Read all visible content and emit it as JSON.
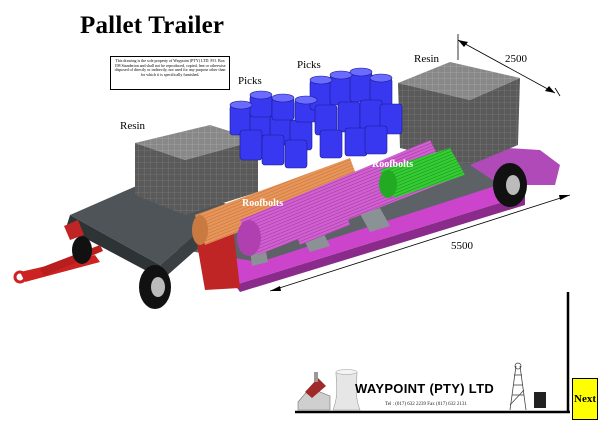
{
  "title": "Pallet Trailer",
  "notice": "This drawing is the sole property of Waypoint (PTY) LTD. P.O. Box 198 Standerton and shall not be reproduced, copied, lent or otherwise disposed of directly or indirectly, nor used for any purpose other than for which it is specifically furnished.",
  "labels": {
    "resin_left": "Resin",
    "resin_right": "Resin",
    "picks_left": "Picks",
    "picks_right": "Picks",
    "roofbolts_left": "Roofbolts",
    "roofbolts_right": "Roofbolts",
    "dim_width": "2500",
    "dim_length": "5500"
  },
  "footer": {
    "company": "WAYPOINT (PTY) LTD",
    "contact": "Tel : (017) 632 2239   Fax (017) 632 2131"
  },
  "nav": {
    "next_label": "Next"
  },
  "colors": {
    "resin": "#555555",
    "picks": "#3a3aff",
    "roofbolts_orange": "#e8955a",
    "roofbolts_purple": "#cc55cc",
    "roofbolts_green": "#33cc33",
    "trailer_frame": "#cc44cc",
    "deck": "#555d60",
    "drawbar": "#cc2222",
    "next_button": "#ffff00"
  }
}
